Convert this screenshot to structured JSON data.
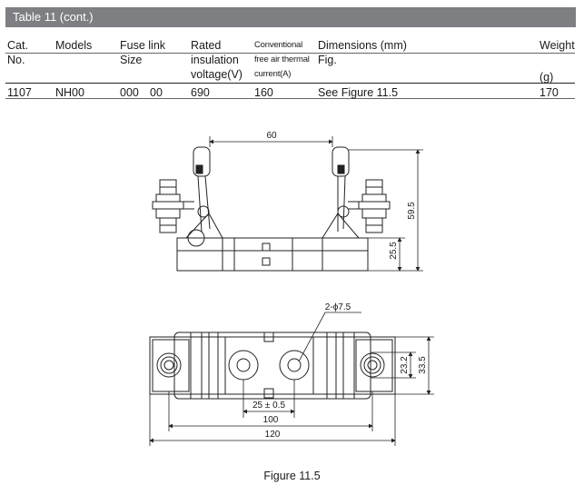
{
  "table": {
    "title": "Table 11 (cont.)",
    "headers": {
      "cat_1": "Cat.",
      "cat_2": "No.",
      "models": "Models",
      "fuse_1": "Fuse link",
      "fuse_2": "Size",
      "rated_1": "Rated",
      "rated_2": "insulation",
      "rated_3": "voltage(V)",
      "conv_1": "Conventional",
      "conv_2": "free air thermal",
      "conv_3": "current(A)",
      "dim_1": "Dimensions (mm)",
      "dim_2": "Fig.",
      "weight_1": "Weight",
      "weight_2": "(g)"
    },
    "row": {
      "cat_no": "1107",
      "model": "NH00",
      "fuse_size_a": "000",
      "fuse_size_b": "00",
      "voltage": "690",
      "current": "160",
      "figure_ref": "See Figure 11.5",
      "weight": "170"
    }
  },
  "drawing": {
    "side_view": {
      "dim_top": "60",
      "dim_height": "59.5",
      "dim_mid": "25.5"
    },
    "top_view": {
      "dim_hole": "2-ϕ7.5",
      "dim_height_inner": "23.2",
      "dim_height_outer": "33.5",
      "dim_spacing": "25 ± 0.5",
      "dim_100": "100",
      "dim_120": "120"
    }
  },
  "caption": "Figure 11.5"
}
